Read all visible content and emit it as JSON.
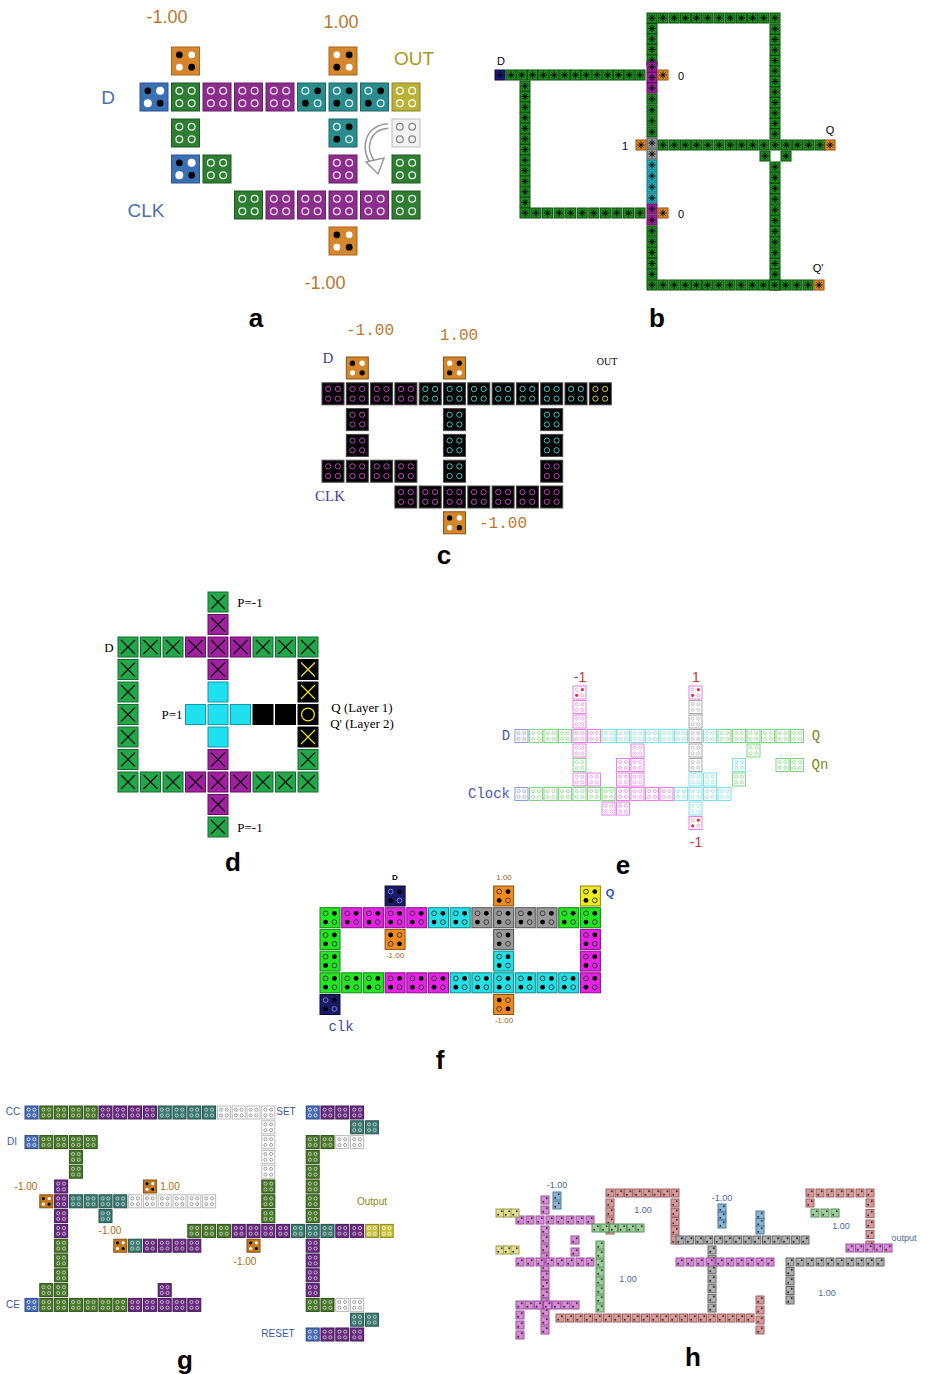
{
  "diagram": {
    "labels": [
      "-1.00",
      "1.00",
      "OUT",
      "D",
      "CLK",
      "-1.00",
      "a",
      "D",
      "0",
      "1",
      "Q",
      "0",
      "Q'",
      "b",
      "-1.00",
      "1.00",
      "D",
      "OUT",
      "CLK",
      "-1.00",
      "c",
      "P=-1",
      "D",
      "P=1",
      "Q (Layer 1)",
      "Q' (Layer 2)",
      "P=-1",
      "d",
      "-1",
      "1",
      "D",
      "Q",
      "Qn",
      "Clock",
      "-1",
      "e",
      "D",
      "1.00",
      "Q",
      "-1.00",
      "clk",
      "-1.00",
      "f",
      "CC",
      "SET",
      "DI",
      "-1.00",
      "1.00",
      "-1.00",
      "Output",
      "-1.00",
      "CE",
      "RESET",
      "g",
      "-1.00",
      "1.00",
      "-1.00",
      "1.00",
      "output",
      "1.00",
      "1.00",
      "h"
    ]
  }
}
